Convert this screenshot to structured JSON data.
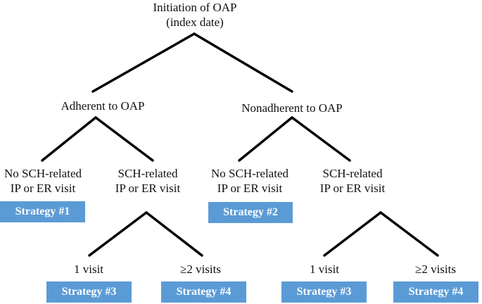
{
  "root": {
    "line1": "Initiation of OAP",
    "line2": "(index date)"
  },
  "adherent": {
    "label": "Adherent to OAP"
  },
  "nonadherent": {
    "label": "Nonadherent to OAP"
  },
  "adh_no_visit": {
    "line1": "No SCH-related",
    "line2": "IP or ER visit"
  },
  "adh_visit": {
    "line1": "SCH-related",
    "line2": "IP or ER visit"
  },
  "nonadh_no_visit": {
    "line1": "No SCH-related",
    "line2": "IP or ER visit"
  },
  "nonadh_visit": {
    "line1": "SCH-related",
    "line2": "IP or ER visit"
  },
  "adh_one_visit": {
    "label": "1 visit"
  },
  "adh_two_visits": {
    "label": "≥2 visits"
  },
  "nonadh_one_visit": {
    "label": "1 visit"
  },
  "nonadh_two_visits": {
    "label": "≥2 visits"
  },
  "strategies": {
    "s1": "Strategy #1",
    "s2": "Strategy #2",
    "s3a": "Strategy #3",
    "s4a": "Strategy #4",
    "s3b": "Strategy #3",
    "s4b": "Strategy #4"
  },
  "colors": {
    "strategy_box": "#5b9bd5",
    "strategy_text": "#ffffff",
    "line": "#000000"
  }
}
